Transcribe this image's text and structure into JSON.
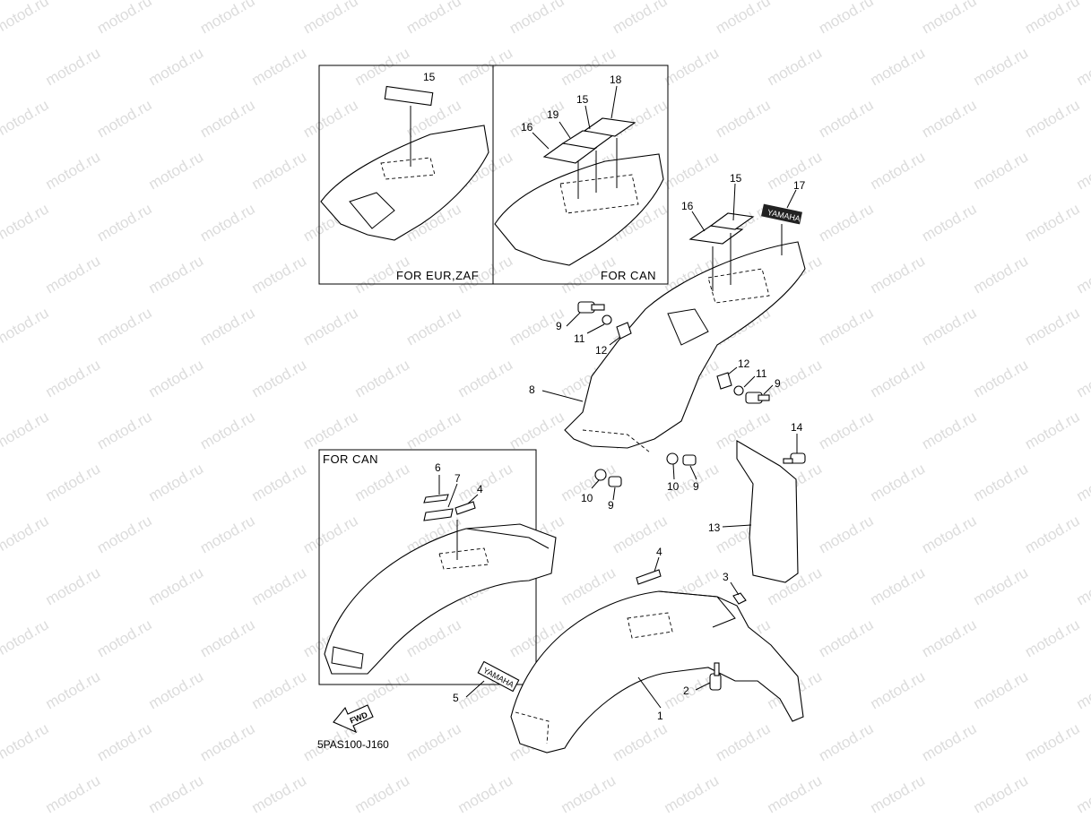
{
  "watermark": "motod.ru",
  "drawing_code": "5PAS100-J160",
  "fwd_label": "FWD",
  "brand_decal": "YAMAHA",
  "insets": {
    "eur_zaf": "FOR EUR,ZAF",
    "can_top": "FOR CAN",
    "can_bottom": "FOR CAN"
  },
  "callouts": {
    "c1": "1",
    "c2": "2",
    "c3": "3",
    "c4": "4",
    "c4i": "4",
    "c5": "5",
    "c6": "6",
    "c7": "7",
    "c8": "8",
    "c9a": "9",
    "c9b": "9",
    "c9c": "9",
    "c9d": "9",
    "c10a": "10",
    "c10b": "10",
    "c11a": "11",
    "c11b": "11",
    "c12a": "12",
    "c12b": "12",
    "c13": "13",
    "c14": "14",
    "c15a": "15",
    "c15b": "15",
    "c15c": "15",
    "c16a": "16",
    "c16b": "16",
    "c17": "17",
    "c18": "18",
    "c19": "19"
  }
}
